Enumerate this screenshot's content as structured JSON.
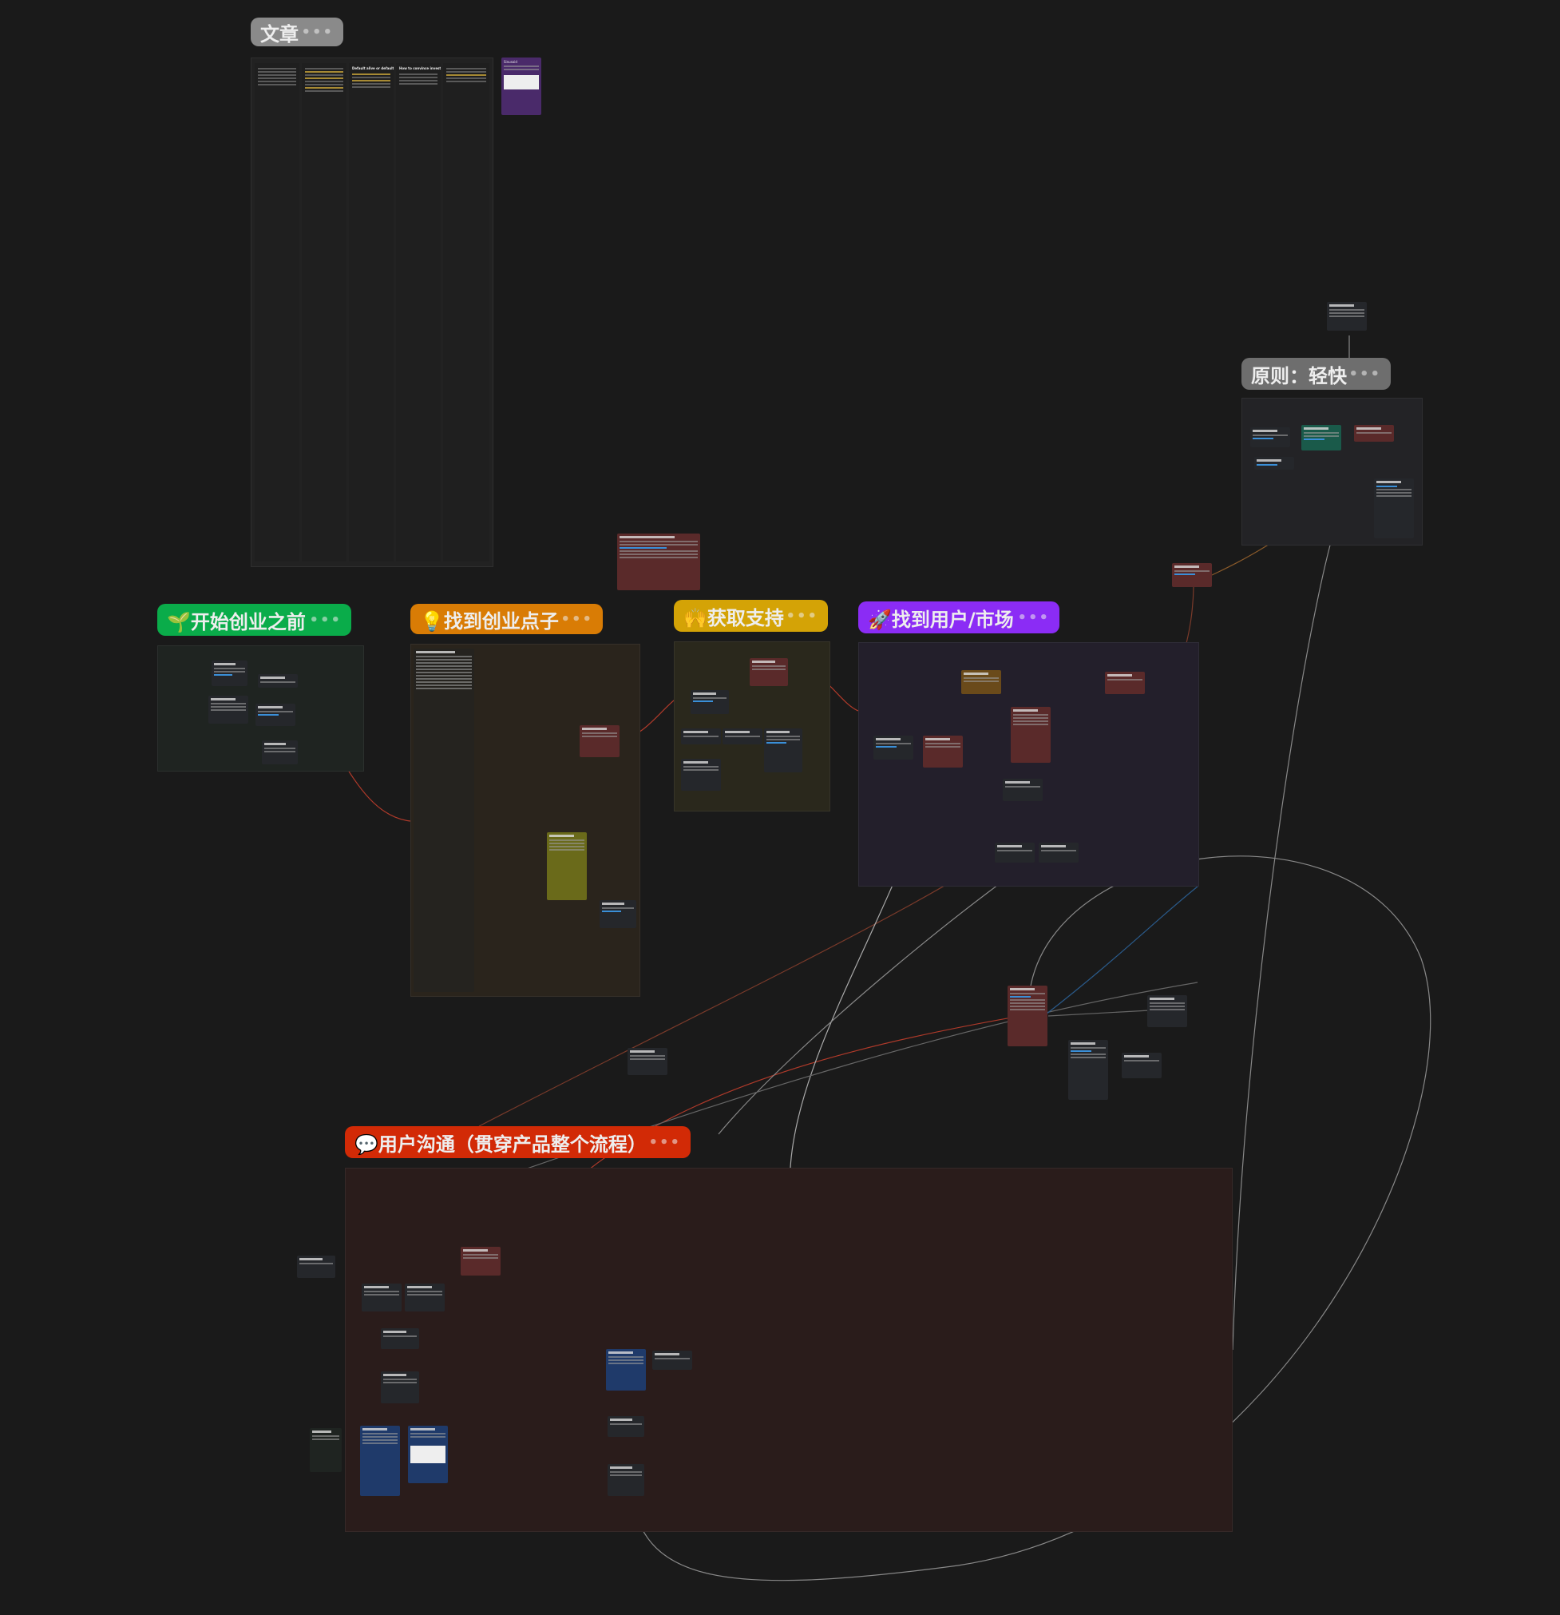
{
  "groups": {
    "articles": {
      "title": "文章",
      "columns": [
        "Default alive or default dead",
        "How to convince investors"
      ],
      "side_card": "Sinusoid"
    },
    "principle": {
      "title": "原则：轻快"
    },
    "before_startup": {
      "title": "开始创业之前",
      "icon": "seedling-icon"
    },
    "find_idea": {
      "title": "找到创业点子",
      "icon": "lightbulb-icon"
    },
    "get_support": {
      "title": "获取支持",
      "icon": "raised-hands-icon"
    },
    "find_users": {
      "title": "找到用户/市场",
      "icon": "rocket-icon"
    },
    "user_communication": {
      "title": "用户沟通（贯穿产品整个流程）",
      "icon": "speech-bubble-icon"
    }
  },
  "more_label": "•••",
  "colors": {
    "green": "#0aac4a",
    "orange": "#d97c05",
    "yellow": "#d4a306",
    "purple": "#8b2cf5",
    "red": "#d22a06",
    "gray": "#8a8a8a"
  }
}
